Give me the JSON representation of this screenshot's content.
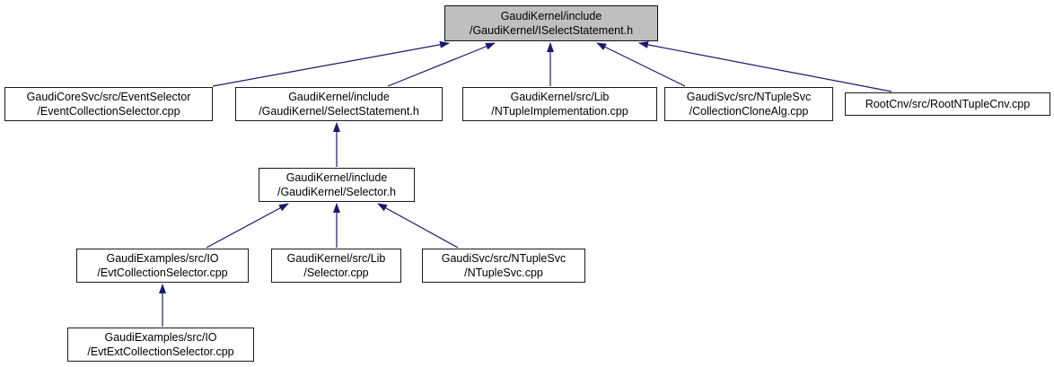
{
  "diagram": {
    "kind": "include-dependency-graph",
    "edge_color": "#191970",
    "highlighted_node_fill": "#bfbfbf",
    "node_border_color": "#1a1a1a",
    "background": "#ffffff",
    "nodes": {
      "iselectstatement_h": {
        "line1": "GaudiKernel/include",
        "line2": "/GaudiKernel/ISelectStatement.h",
        "highlighted": true
      },
      "eventcollectionselector": {
        "line1": "GaudiCoreSvc/src/EventSelector",
        "line2": "/EventCollectionSelector.cpp"
      },
      "selectstatement_h": {
        "line1": "GaudiKernel/include",
        "line2": "/GaudiKernel/SelectStatement.h"
      },
      "ntupleimplementation": {
        "line1": "GaudiKernel/src/Lib",
        "line2": "/NTupleImplementation.cpp"
      },
      "collectionclonealg": {
        "line1": "GaudiSvc/src/NTupleSvc",
        "line2": "/CollectionCloneAlg.cpp"
      },
      "rootntuplecnv": {
        "line1": "RootCnv/src/RootNTupleCnv.cpp"
      },
      "selector_h": {
        "line1": "GaudiKernel/include",
        "line2": "/GaudiKernel/Selector.h"
      },
      "evtcollectionselector": {
        "line1": "GaudiExamples/src/IO",
        "line2": "/EvtCollectionSelector.cpp"
      },
      "selector_cpp": {
        "line1": "GaudiKernel/src/Lib",
        "line2": "/Selector.cpp"
      },
      "ntuplesvc": {
        "line1": "GaudiSvc/src/NTupleSvc",
        "line2": "/NTupleSvc.cpp"
      },
      "evtextcollectionselector": {
        "line1": "GaudiExamples/src/IO",
        "line2": "/EvtExtCollectionSelector.cpp"
      }
    },
    "edges": [
      {
        "from": "eventcollectionselector",
        "to": "iselectstatement_h"
      },
      {
        "from": "selectstatement_h",
        "to": "iselectstatement_h"
      },
      {
        "from": "ntupleimplementation",
        "to": "iselectstatement_h"
      },
      {
        "from": "collectionclonealg",
        "to": "iselectstatement_h"
      },
      {
        "from": "rootntuplecnv",
        "to": "iselectstatement_h"
      },
      {
        "from": "selector_h",
        "to": "selectstatement_h"
      },
      {
        "from": "evtcollectionselector",
        "to": "selector_h"
      },
      {
        "from": "selector_cpp",
        "to": "selector_h"
      },
      {
        "from": "ntuplesvc",
        "to": "selector_h"
      },
      {
        "from": "evtextcollectionselector",
        "to": "evtcollectionselector"
      }
    ]
  }
}
